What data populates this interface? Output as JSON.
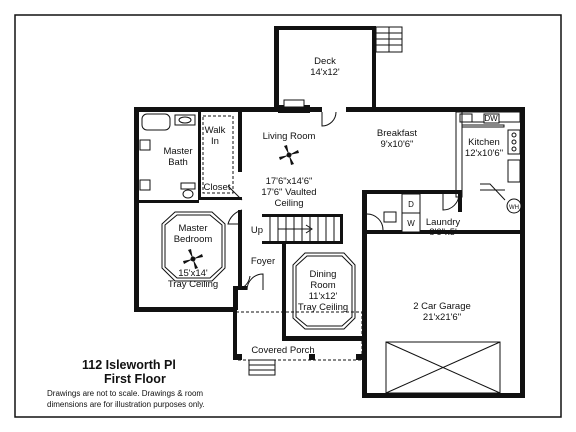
{
  "plan": {
    "deck": {
      "name": "Deck",
      "dims": "14'x12'"
    },
    "living_room": {
      "name": "Living Room",
      "dims": "17'6\"x14'6\"",
      "note_line1": "17'6\" Vaulted",
      "note_line2": "Ceiling"
    },
    "breakfast": {
      "name": "Breakfast",
      "dims": "9'x10'6\""
    },
    "kitchen": {
      "name": "Kitchen",
      "dims": "12'x10'6\""
    },
    "walk_in": {
      "line1": "Walk",
      "line2": "In"
    },
    "master_bath": {
      "line1": "Master",
      "line2": "Bath"
    },
    "closet": {
      "name": "Closet"
    },
    "master_bedroom": {
      "line1": "Master",
      "line2": "Bedroom",
      "dims": "15'x14'",
      "note": "Tray Ceiling"
    },
    "foyer": {
      "name": "Foyer"
    },
    "up": {
      "name": "Up"
    },
    "dining_room": {
      "line1": "Dining",
      "line2": "Room",
      "dims": "11'x12'",
      "note": "Tray Ceiling"
    },
    "laundry": {
      "name": "Laundry",
      "dims": "8'6\"x5'"
    },
    "garage": {
      "name": "2 Car Garage",
      "dims": "21'x21'6\""
    },
    "covered_porch": {
      "name": "Covered Porch"
    },
    "appliances": {
      "dw": "DW",
      "d": "D",
      "w": "W",
      "wh": "WH"
    }
  },
  "footer": {
    "address": "112 Isleworth Pl",
    "floor": "First Floor",
    "disclaimer_line1": "Drawings are not to scale. Drawings & room",
    "disclaimer_line2": "dimensions are for illustration purposes only."
  }
}
